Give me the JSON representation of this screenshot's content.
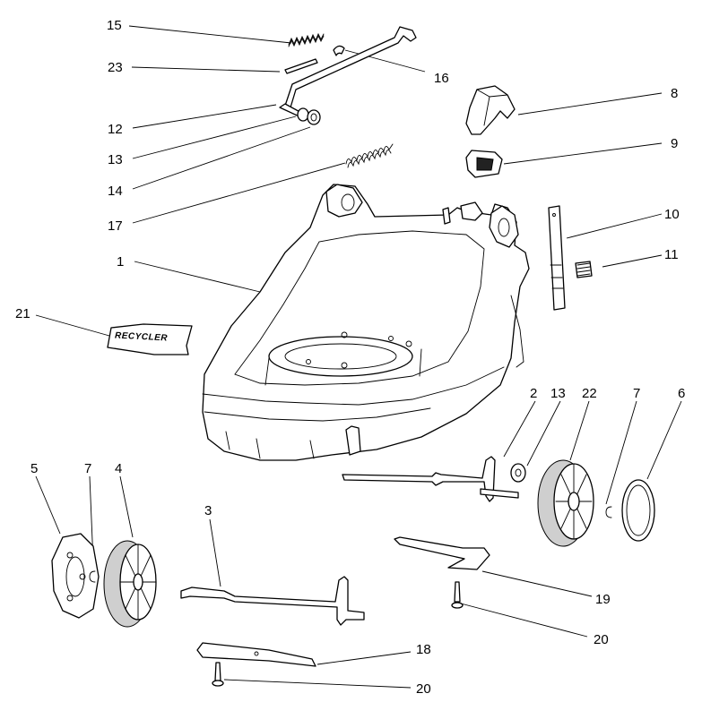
{
  "diagram": {
    "part_numbers": [
      "1",
      "2",
      "3",
      "4",
      "5",
      "6",
      "7",
      "8",
      "9",
      "10",
      "11",
      "12",
      "13",
      "14",
      "15",
      "16",
      "17",
      "18",
      "19",
      "20",
      "21",
      "22",
      "23"
    ],
    "decal_text": "RECYCLER",
    "callouts": {
      "c15": "15",
      "c23": "23",
      "c16": "16",
      "c12": "12",
      "c13a": "13",
      "c14": "14",
      "c17": "17",
      "c8": "8",
      "c9": "9",
      "c10": "10",
      "c11": "11",
      "c1": "1",
      "c21": "21",
      "c2": "2",
      "c13b": "13",
      "c22": "22",
      "c7a": "7",
      "c6": "6",
      "c5": "5",
      "c7b": "7",
      "c4": "4",
      "c3": "3",
      "c19": "19",
      "c20a": "20",
      "c18": "18",
      "c20b": "20"
    }
  }
}
